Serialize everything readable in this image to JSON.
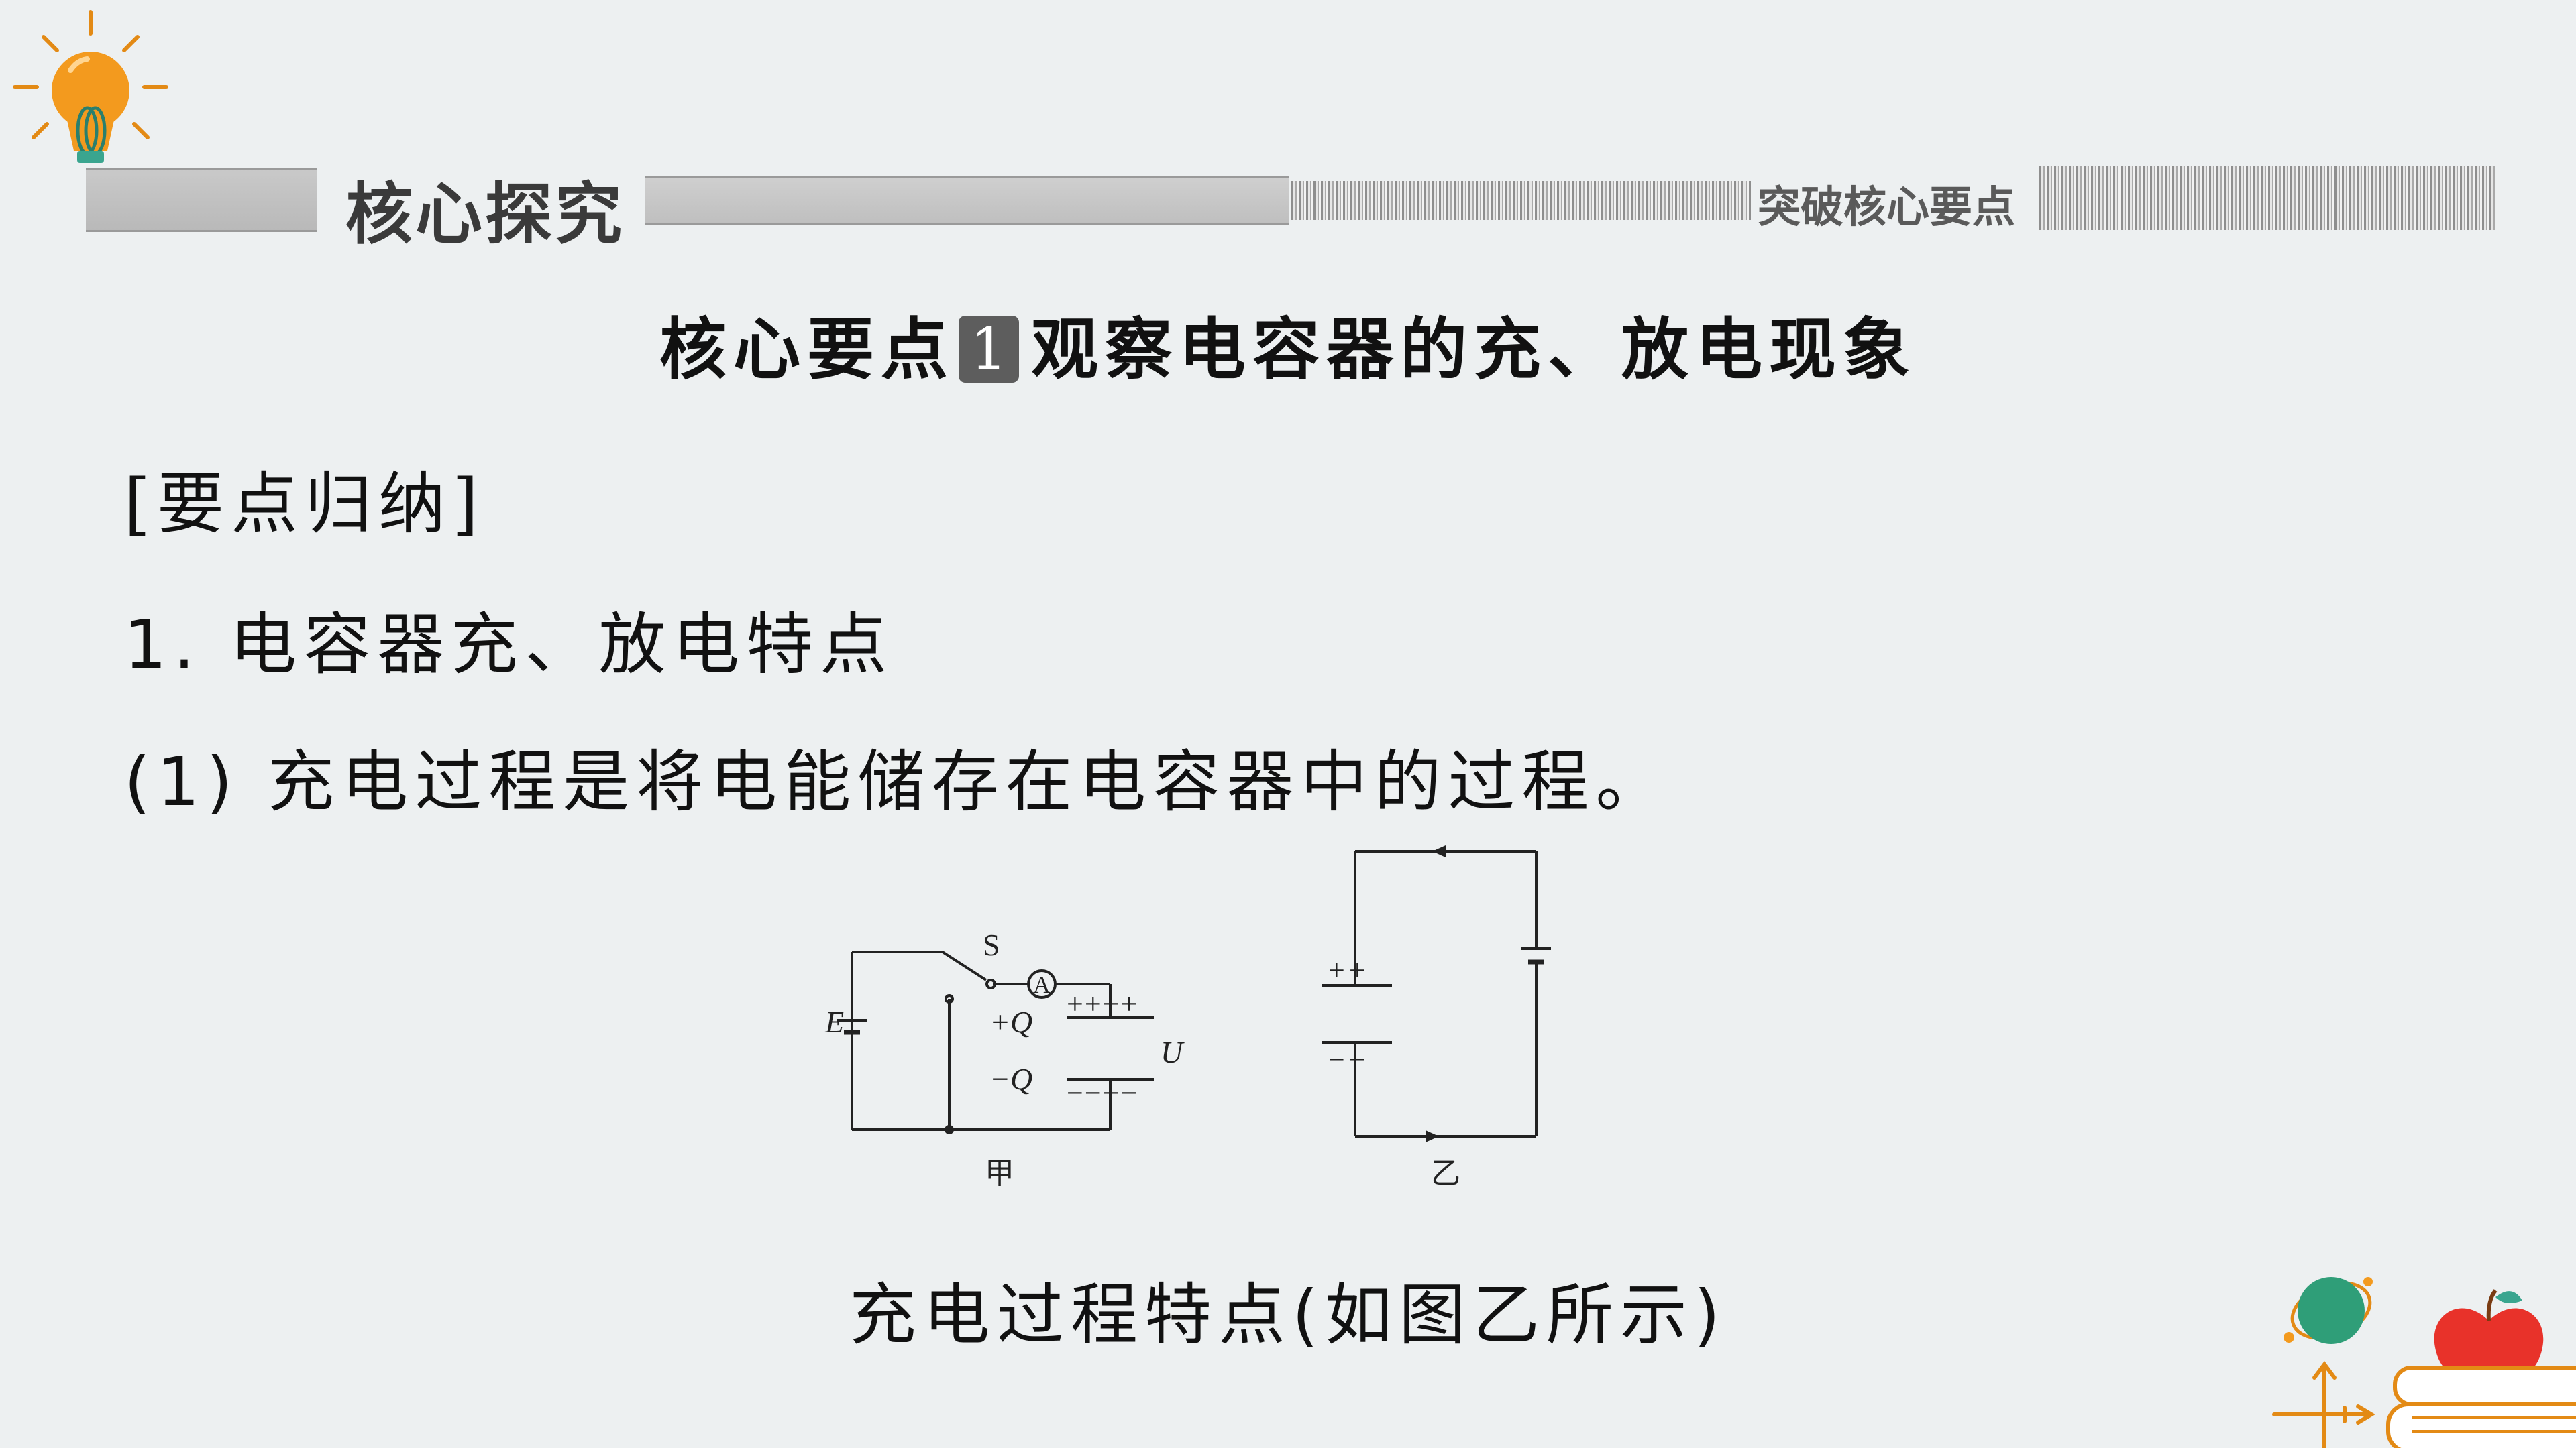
{
  "header": {
    "title": "核心探究",
    "subtitle": "突破核心要点"
  },
  "heading": {
    "prefix": "核心要点",
    "number": "1",
    "text": "观察电容器的充、放电现象"
  },
  "section_label": "[要点归纳]",
  "item_1": "1. 电容器充、放电特点",
  "item_1_1": "(1) 充电过程是将电能储存在电容器中的过程。",
  "figure": {
    "left": {
      "caption": "甲",
      "E": "E",
      "S": "S",
      "A": "A",
      "plus_q": "+Q",
      "minus_q": "−Q",
      "plus_signs": "++++",
      "minus_signs": "−−−−",
      "U": "U"
    },
    "right": {
      "caption": "乙",
      "plus_signs": "++",
      "minus_signs": "−−"
    }
  },
  "caption": "充电过程特点(如图乙所示)",
  "colors": {
    "background": "#edf0f1",
    "header_band": "#bdbdbd",
    "badge": "#5d5d5d",
    "bulb": "#f39a1e",
    "planet": "#2f9e78",
    "apple": "#e8322a"
  }
}
